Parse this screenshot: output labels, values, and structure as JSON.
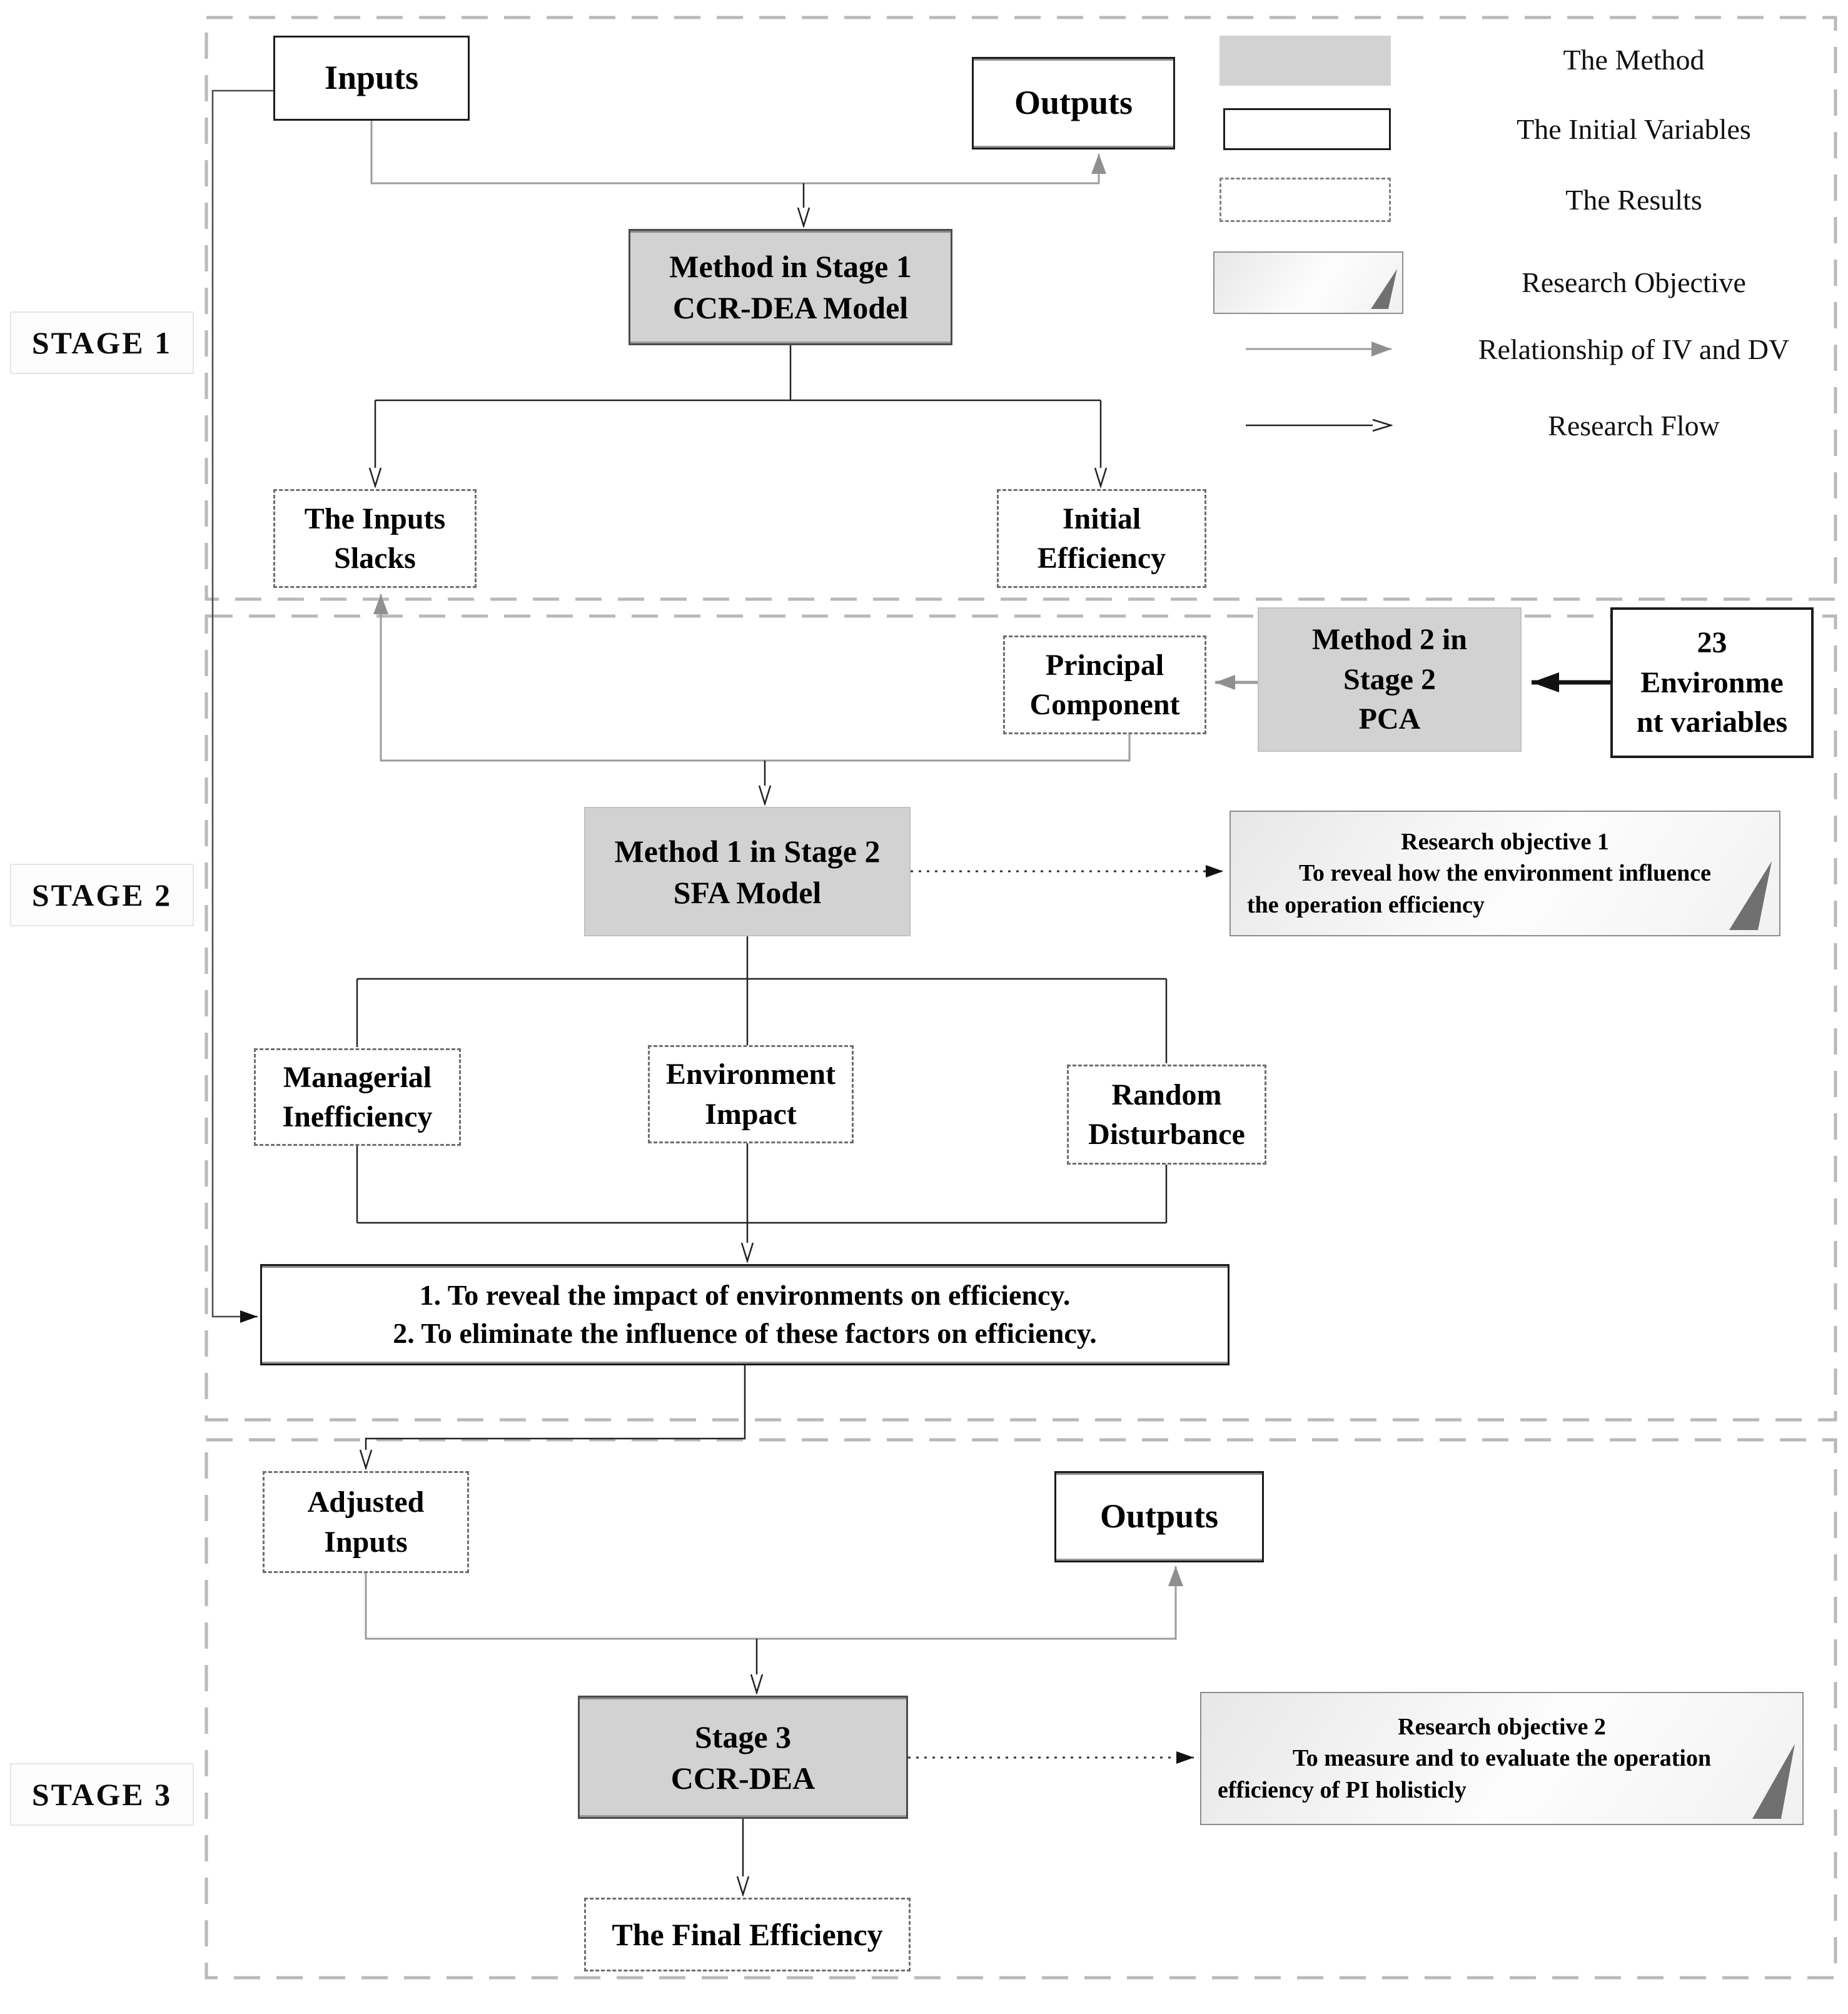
{
  "stages": [
    {
      "label": "STAGE 1"
    },
    {
      "label": "STAGE 2"
    },
    {
      "label": "STAGE 3"
    }
  ],
  "legend": {
    "items": [
      {
        "icon": "method-swatch",
        "label": "The Method"
      },
      {
        "icon": "initial-variables-swatch",
        "label": "The Initial Variables"
      },
      {
        "icon": "results-swatch",
        "label": "The Results"
      },
      {
        "icon": "research-objective-swatch",
        "label": "Research Objective"
      },
      {
        "icon": "ivdv-arrow",
        "label": "Relationship of IV and DV"
      },
      {
        "icon": "research-flow-arrow",
        "label": "Research Flow"
      }
    ]
  },
  "stage1": {
    "inputs": "Inputs",
    "outputs": "Outputs",
    "method": {
      "line1": "Method in Stage 1",
      "line2": "CCR-DEA Model"
    },
    "inputs_slacks": {
      "line1": "The Inputs",
      "line2": "Slacks"
    },
    "initial_efficiency": {
      "line1": "Initial",
      "line2": "Efficiency"
    }
  },
  "stage2": {
    "principal_component": {
      "line1": "Principal",
      "line2": "Component"
    },
    "pca_method": {
      "line1": "Method 2 in",
      "line2": "Stage  2",
      "line3": "PCA"
    },
    "env_variables": {
      "line1": "23",
      "line2": "Environme",
      "line3": "nt variables"
    },
    "sfa_method": {
      "line1": "Method 1 in Stage 2",
      "line2": "SFA Model"
    },
    "research_objective_1": {
      "line1": "Research objective 1",
      "line2": "To reveal how the environment influence",
      "line3": "the operation efficiency"
    },
    "managerial_inefficiency": {
      "line1": "Managerial",
      "line2": "Inefficiency"
    },
    "environment_impact": {
      "line1": "Environment",
      "line2": "Impact"
    },
    "random_disturbance": {
      "line1": "Random",
      "line2": "Disturbance"
    },
    "goals": {
      "line1": "1. To reveal the impact of environments on efficiency.",
      "line2": "2. To eliminate the influence of these factors on efficiency."
    }
  },
  "stage3": {
    "adjusted_inputs": {
      "line1": "Adjusted",
      "line2": "Inputs"
    },
    "outputs": "Outputs",
    "ccr_dea": {
      "line1": "Stage 3",
      "line2": "CCR-DEA"
    },
    "research_objective_2": {
      "line1": "Research objective 2",
      "line2": "To measure and to evaluate the operation",
      "line3": "efficiency of PI  holisticly"
    },
    "final_efficiency": "The Final Efficiency"
  },
  "colors": {
    "method_fill": "#d2d2d2",
    "box_border": "#1c1c1c",
    "dashed_border": "#6e6e6e",
    "stage_border": "#b9b9b9",
    "flow_line": "#222222",
    "ivdv_line": "#9c9c9c",
    "fold": "#707070"
  }
}
